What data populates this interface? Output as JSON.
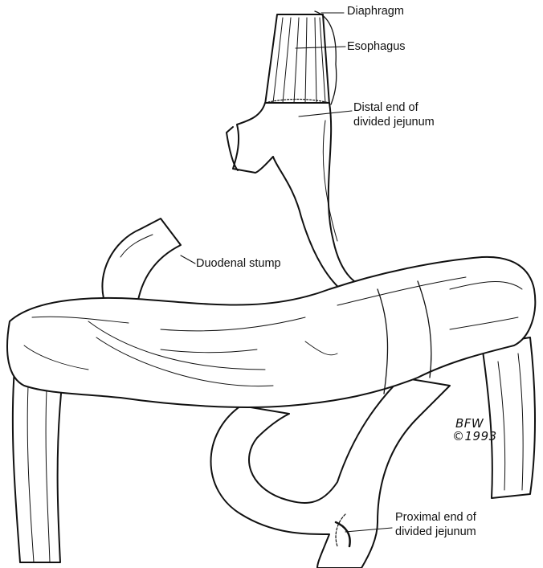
{
  "labels": {
    "diaphragm": "Diaphragm",
    "esophagus": "Esophagus",
    "distal_line1": "Distal end of",
    "distal_line2": "divided jejunum",
    "duodenal": "Duodenal stump",
    "proximal_line1": "Proximal end of",
    "proximal_line2": "divided jejunum"
  },
  "signature": {
    "initials": "BFW",
    "year": "©1993"
  },
  "colors": {
    "ink": "#111111",
    "fill": "#ffffff"
  }
}
